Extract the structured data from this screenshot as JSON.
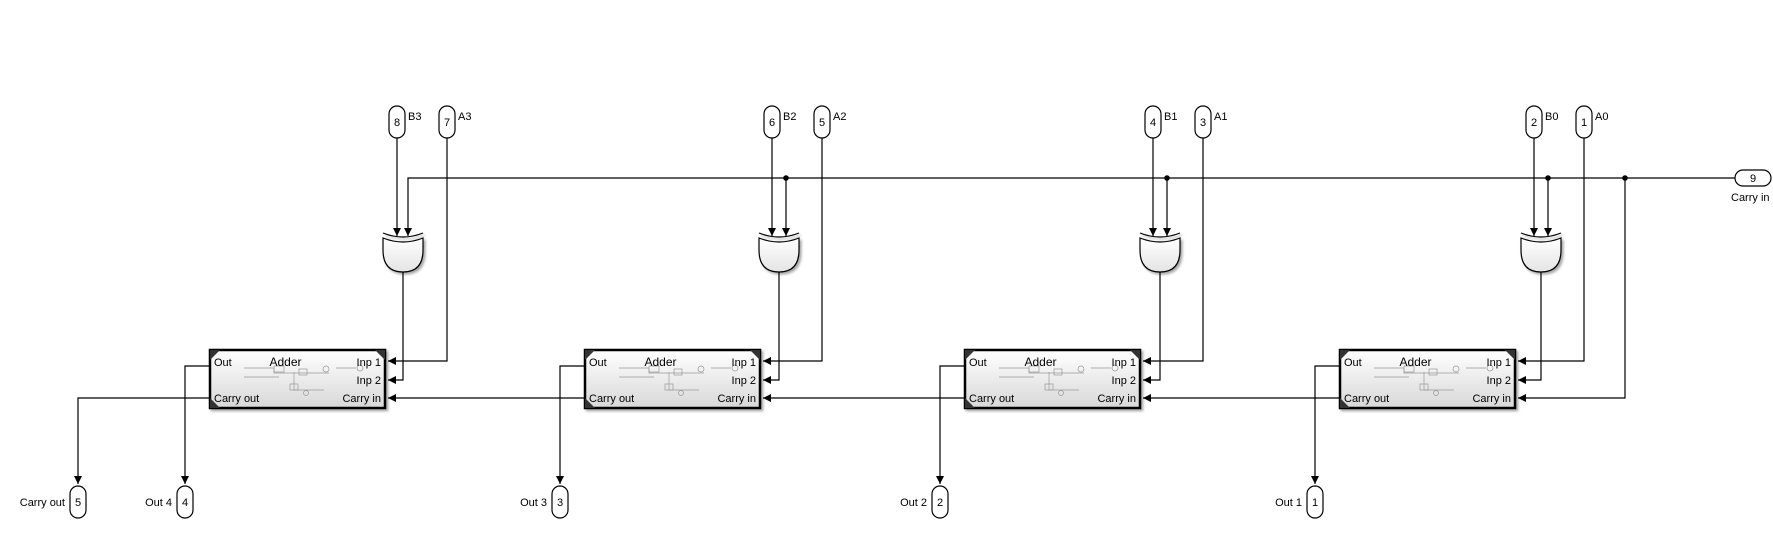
{
  "inports": [
    {
      "id": "inport-b3",
      "num": "8",
      "label": "B3"
    },
    {
      "id": "inport-a3",
      "num": "7",
      "label": "A3"
    },
    {
      "id": "inport-b2",
      "num": "6",
      "label": "B2"
    },
    {
      "id": "inport-a2",
      "num": "5",
      "label": "A2"
    },
    {
      "id": "inport-b1",
      "num": "4",
      "label": "B1"
    },
    {
      "id": "inport-a1",
      "num": "3",
      "label": "A1"
    },
    {
      "id": "inport-b0",
      "num": "2",
      "label": "B0"
    },
    {
      "id": "inport-a0",
      "num": "1",
      "label": "A0"
    },
    {
      "id": "inport-carry-in",
      "num": "9",
      "label": "Carry in"
    }
  ],
  "outports": [
    {
      "id": "outport-carry-out",
      "num": "5",
      "label": "Carry out"
    },
    {
      "id": "outport-out4",
      "num": "4",
      "label": "Out 4"
    },
    {
      "id": "outport-out3",
      "num": "3",
      "label": "Out 3"
    },
    {
      "id": "outport-out2",
      "num": "2",
      "label": "Out 2"
    },
    {
      "id": "outport-out1",
      "num": "1",
      "label": "Out 1"
    }
  ],
  "adder_block": {
    "title": "Adder",
    "port_out": "Out",
    "port_inp1": "Inp 1",
    "port_inp2": "Inp 2",
    "port_carry_out": "Carry out",
    "port_carry_in": "Carry in"
  },
  "gates": [
    {
      "id": "xor-gate-3"
    },
    {
      "id": "xor-gate-2"
    },
    {
      "id": "xor-gate-1"
    },
    {
      "id": "xor-gate-0"
    }
  ]
}
